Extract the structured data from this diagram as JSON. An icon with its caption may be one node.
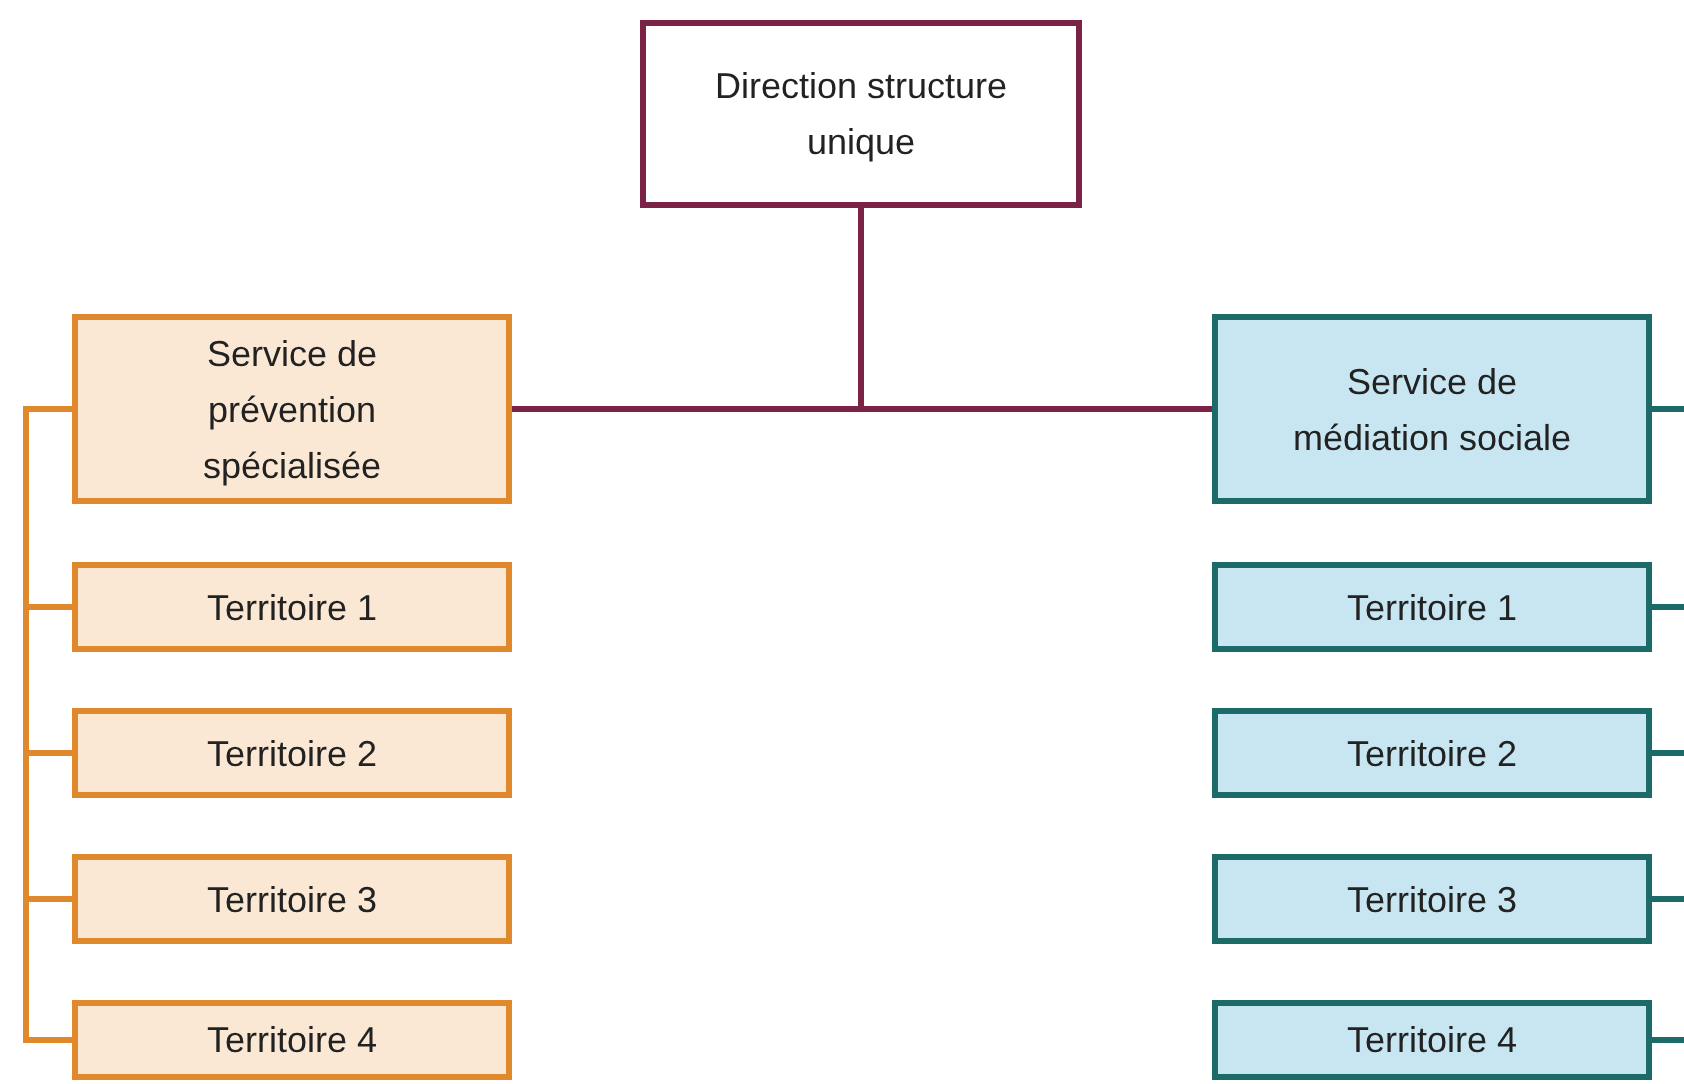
{
  "diagram": {
    "nodes": [
      {
        "text": [
          "Direction structure unique"
        ]
      },
      {
        "text": [
          "Service de prévention spécialisée"
        ]
      },
      {
        "text": [
          "Territoire 1"
        ]
      },
      {
        "text": [
          "Territoire 2"
        ]
      },
      {
        "text": [
          "Territoire 3"
        ]
      },
      {
        "text": [
          "Territoire 4"
        ]
      },
      {
        "text": [
          "Service de médiation sociale"
        ]
      },
      {
        "text": [
          "Territoire 1"
        ]
      },
      {
        "text": [
          "Territoire 2"
        ]
      },
      {
        "text": [
          "Territoire 3"
        ]
      },
      {
        "text": [
          "Territoire 4"
        ]
      }
    ],
    "edges": [
      {
        "from": 0,
        "to": 1,
        "arrow": "none",
        "color": "#7b2346"
      },
      {
        "from": 0,
        "to": 6,
        "arrow": "none",
        "color": "#7b2346"
      },
      {
        "from": 1,
        "to": 2,
        "arrow": "none",
        "color": "#e0892c"
      },
      {
        "from": 1,
        "to": 3,
        "arrow": "none",
        "color": "#e0892c"
      },
      {
        "from": 1,
        "to": 4,
        "arrow": "none",
        "color": "#e0892c"
      },
      {
        "from": 1,
        "to": 5,
        "arrow": "none",
        "color": "#e0892c"
      },
      {
        "from": 6,
        "to": null,
        "arrow": "none"
      },
      {
        "from": 7,
        "to": null,
        "arrow": "none"
      },
      {
        "from": 8,
        "to": null,
        "arrow": "none"
      },
      {
        "from": 9,
        "to": null,
        "arrow": "none"
      },
      {
        "from": 10,
        "to": null,
        "arrow": "none"
      }
    ]
  }
}
